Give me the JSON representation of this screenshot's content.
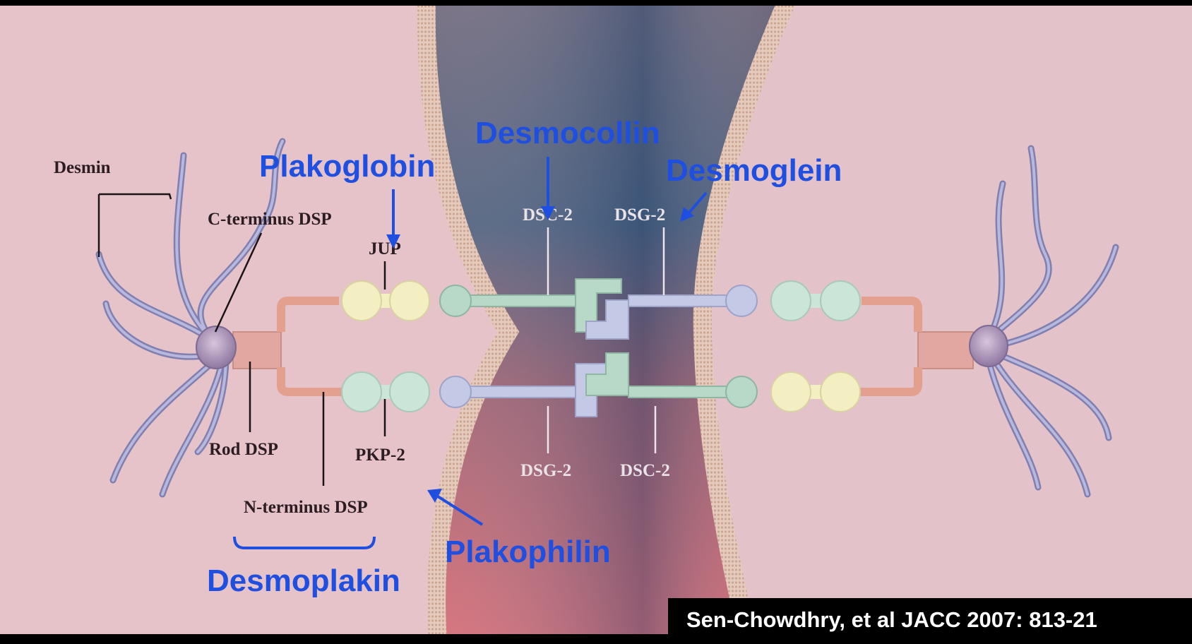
{
  "diagram": {
    "labels": {
      "desmin": "Desmin",
      "c_terminus_dsp": "C-terminus DSP",
      "jup": "JUP",
      "dsc2_top": "DSC-2",
      "dsg2_top": "DSG-2",
      "rod_dsp": "Rod DSP",
      "pkp2": "PKP-2",
      "dsg2_bottom": "DSG-2",
      "dsc2_bottom": "DSC-2",
      "n_terminus_dsp": "N-terminus DSP"
    },
    "annotations": {
      "plakoglobin": "Plakoglobin",
      "desmocollin": "Desmocollin",
      "desmoglein": "Desmoglein",
      "plakophilin": "Plakophilin",
      "desmoplakin": "Desmoplakin"
    },
    "citation": "Sen-Chowdhry, et al JACC 2007: 813-21",
    "colors": {
      "annotation_blue": "#1f4fe0",
      "cell_pink": "#e7c6cb",
      "gap_blue": "#2f4d72",
      "gap_red": "#c9616b",
      "membrane": "#d8b9a9",
      "filament": "#a9a9cf",
      "plakoglobin_yellow": "#f3efc3",
      "plakophilin_green": "#c8e4d7",
      "cadherin_green": "#b8d8c8",
      "cadherin_lavender": "#c4c9e6",
      "desmoplakin_salmon": "#e3a08f",
      "citation_bg": "#000000"
    }
  }
}
